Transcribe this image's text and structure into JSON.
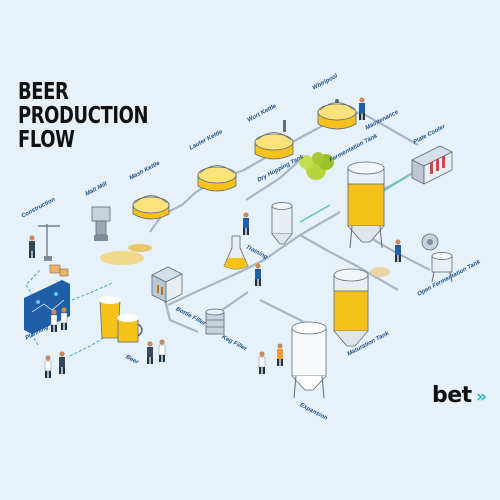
{
  "title": {
    "line1": "BEER",
    "line2": "PRODUCTION",
    "line3": "FLOW"
  },
  "stages": {
    "construction": "Construction",
    "malt_mill": "Malt Mill",
    "mash_kettle": "Mash Kettle",
    "lauter_kettle": "Lauter Kettle",
    "wort_kettle": "Wort Kettle",
    "whirlpool": "Whirlpool",
    "maintenance": "Maintenance",
    "plate_cooler": "Plate Cooler",
    "fermentation_tank": "Fermentation Tank",
    "dry_hopping_tank": "Dry Hopping Tank",
    "training": "Training",
    "bottle_filler": "Bottle Filler",
    "keg_filler": "Keg Filler",
    "beer": "Beer",
    "open_fermentation_tank": "Open Fermentation Tank",
    "maturation_tank": "Maturation Tank",
    "expansion": "Expansion",
    "planning": "Planning"
  },
  "brand": {
    "name": "bet",
    "mark": "»"
  },
  "colors": {
    "background": "#e6f1f9",
    "beer": "#f6c21a",
    "pipe": "#a8b6c3",
    "accent": "#2bb6c9",
    "label": "#1f4f86",
    "board": "#1f5fa8"
  }
}
